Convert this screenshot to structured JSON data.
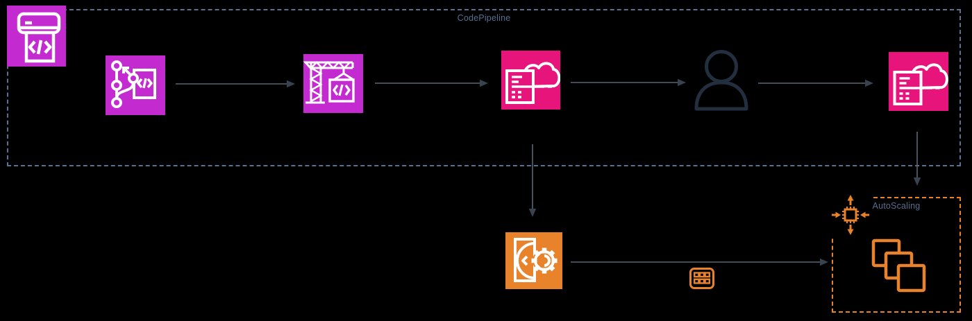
{
  "pipeline_group": {
    "label": "CodePipeline"
  },
  "autoscaling_group": {
    "label": "AutoScaling"
  },
  "nodes": [
    {
      "id": "codepipeline",
      "icon": "codepipeline-icon",
      "color": "magenta"
    },
    {
      "id": "codecommit",
      "icon": "codecommit-icon",
      "color": "magenta"
    },
    {
      "id": "codebuild",
      "icon": "codebuild-icon",
      "color": "magenta"
    },
    {
      "id": "cloudformation",
      "icon": "cloudformation-icon",
      "color": "pink"
    },
    {
      "id": "user-approval",
      "icon": "user-icon",
      "color": "dark"
    },
    {
      "id": "cloudformation-2",
      "icon": "cloudformation-icon",
      "color": "pink"
    },
    {
      "id": "systems-manager",
      "icon": "systems-manager-icon",
      "color": "orange"
    },
    {
      "id": "instance-grid",
      "icon": "instance-grid-icon",
      "color": "orange"
    },
    {
      "id": "autoscaling-group",
      "icon": "autoscaling-group-icon",
      "color": "orange"
    },
    {
      "id": "instances",
      "icon": "instance-squares-icon",
      "color": "orange"
    }
  ],
  "edges": [
    {
      "from": "codecommit",
      "to": "codebuild"
    },
    {
      "from": "codebuild",
      "to": "cloudformation"
    },
    {
      "from": "cloudformation",
      "to": "user-approval"
    },
    {
      "from": "user-approval",
      "to": "cloudformation-2"
    },
    {
      "from": "cloudformation",
      "to": "systems-manager"
    },
    {
      "from": "cloudformation-2",
      "to": "autoscaling_group"
    },
    {
      "from": "systems-manager",
      "to": "autoscaling_group"
    }
  ],
  "colors": {
    "magenta": "#C32BD1",
    "pink": "#E7157B",
    "orange": "#E8832B",
    "dark": "#232F3E",
    "arrow": "#5D6672",
    "arrowhead": "#39434F",
    "group_border": "#5C7190",
    "label": "#5A6E90",
    "background": "#000000"
  }
}
